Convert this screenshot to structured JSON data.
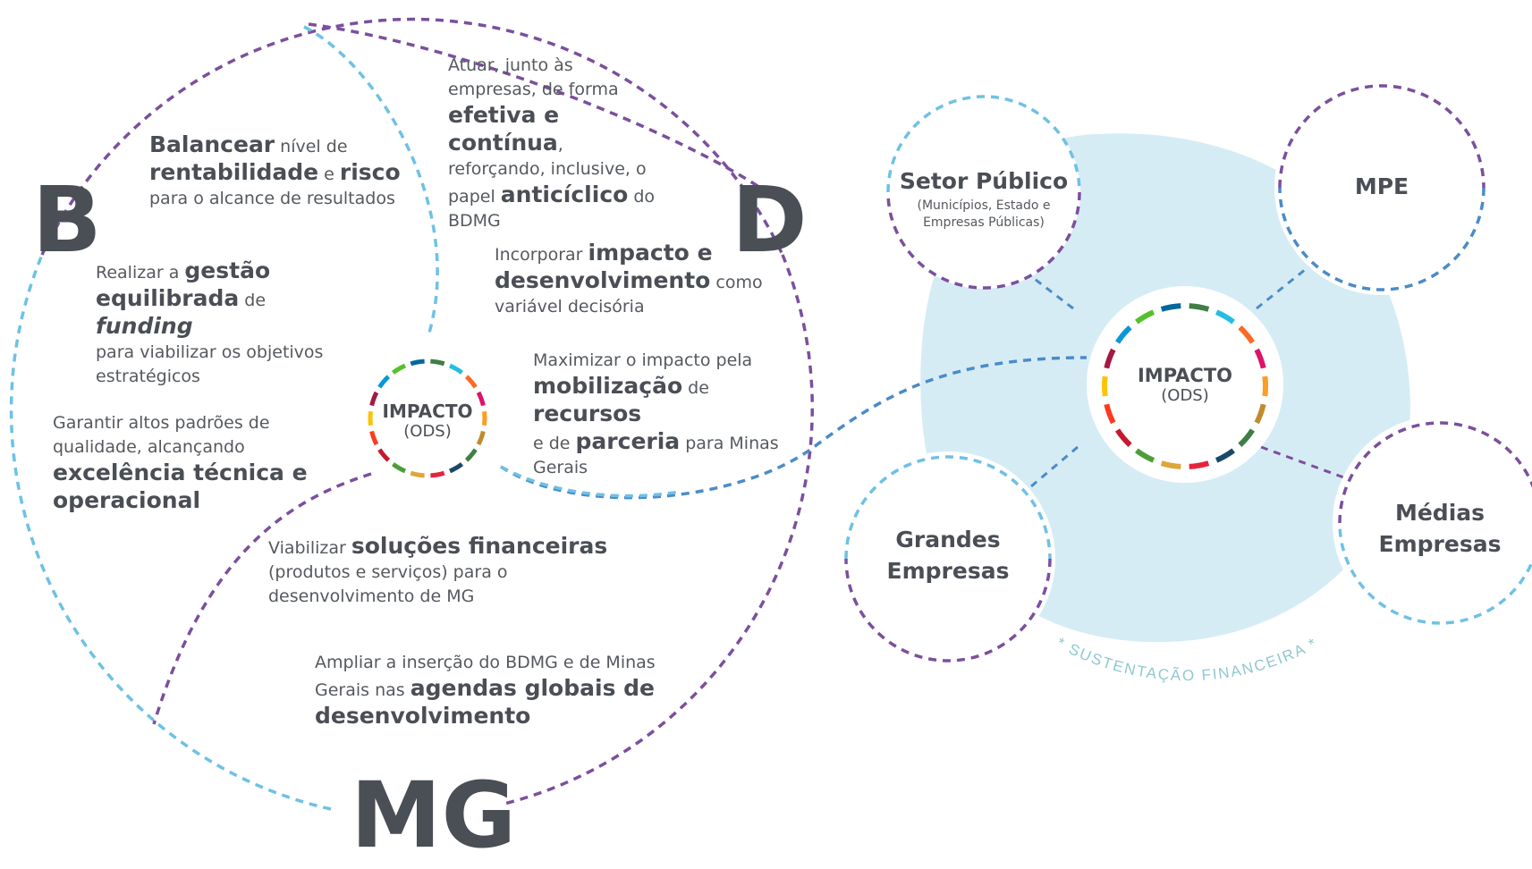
{
  "letters": {
    "b": "B",
    "d": "D",
    "mg": "MG"
  },
  "left_hub": {
    "title": "IMPACTO",
    "subtitle": "(ODS)"
  },
  "right_hub": {
    "title": "IMPACTO",
    "subtitle": "(ODS)"
  },
  "objectives": {
    "balancear": {
      "b1": "Balancear",
      "t1": " nível de",
      "b2": "rentabilidade",
      "t2": " e ",
      "b3": "risco",
      "t3": "para o alcance de resultados"
    },
    "gestao": {
      "t1": "Realizar a ",
      "b1": "gestão",
      "b2": "equilibrada",
      "t2": " de ",
      "b3": "funding",
      "t3": "para viabilizar os objetivos",
      "t4": "estratégicos"
    },
    "qualidade": {
      "t1": "Garantir altos padrões de",
      "t2": "qualidade, alcançando",
      "b1": "excelência técnica e",
      "b2": "operacional"
    },
    "atuar": {
      "t1": "Atuar, junto às",
      "t2": "empresas, de forma",
      "b1": "efetiva e contínua",
      "t3": ",",
      "t4": "reforçando, inclusive, o",
      "t5": "papel ",
      "b2": "anticíclico",
      "t6": " do",
      "t7": "BDMG"
    },
    "incorporar": {
      "t1": "Incorporar ",
      "b1": "impacto e",
      "b2": "desenvolvimento",
      "t2": " como",
      "t3": "variável decisória"
    },
    "maximizar": {
      "t1": "Maximizar o impacto pela",
      "b1": "mobilização",
      "t2": " de ",
      "b2": "recursos",
      "t3": "e de ",
      "b3": "parceria",
      "t4": " para Minas",
      "t5": "Gerais"
    },
    "viabilizar": {
      "t1": "Viabilizar ",
      "b1": "soluções financeiras",
      "t2": "(produtos e serviços) para o",
      "t3": "desenvolvimento de MG"
    },
    "ampliar": {
      "t1": "Ampliar a inserção do BDMG e de Minas",
      "t2": "Gerais nas ",
      "b1": "agendas globais de",
      "b2": "desenvolvimento"
    }
  },
  "segments": {
    "setor_publico": {
      "title": "Setor Público",
      "sub1": "(Municípios, Estado e",
      "sub2": "Empresas Públicas)"
    },
    "mpe": {
      "title": "MPE"
    },
    "grandes": {
      "title1": "Grandes",
      "title2": "Empresas"
    },
    "medias": {
      "title1": "Médias",
      "title2": "Empresas"
    }
  },
  "ring_label": "* SUSTENTAÇÃO FINANCEIRA *",
  "colors": {
    "purple": "#7b4f9d",
    "lightblue": "#6ec1e4",
    "midblue": "#4b8bc8",
    "text": "#55595e",
    "letters": "#4a4e55",
    "ring_fill": "#d6ecf5",
    "ring_label": "#8fc8cf",
    "sdg": [
      "#3f7e44",
      "#26bde2",
      "#fd6925",
      "#dd1367",
      "#fd9d24",
      "#bf8b2e",
      "#3f7e44",
      "#19486a",
      "#e5243b",
      "#dda63a",
      "#4c9f38",
      "#c5192d",
      "#ff3a21",
      "#fcc30b",
      "#a21942",
      "#0a97d9",
      "#56c02b",
      "#00689d"
    ]
  }
}
